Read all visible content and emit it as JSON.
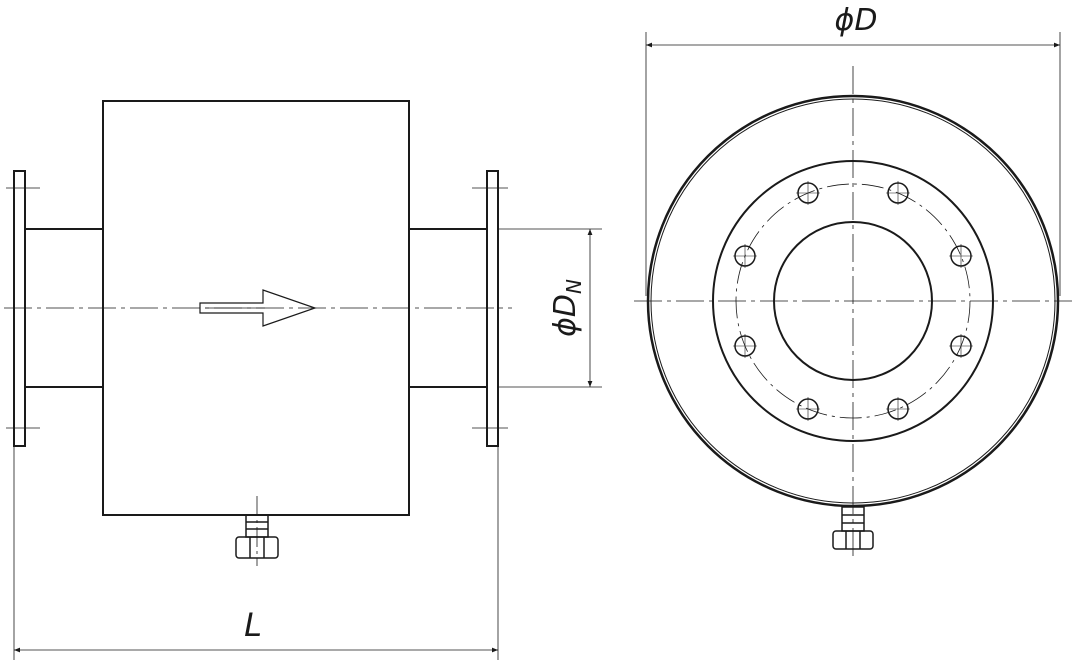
{
  "labels": {
    "outer_diameter": "ϕD",
    "nominal_diameter_prefix": "ϕD",
    "nominal_diameter_subscript": "N",
    "length": "L"
  },
  "colors": {
    "line": "#1a1a1a",
    "background": "#ffffff"
  },
  "views": {
    "side_view": {
      "icons": [
        "flow-arrow-icon",
        "drain-plug-icon"
      ]
    },
    "front_view": {
      "bolt_hole_count": 8,
      "icons": [
        "bolt-hole-icon",
        "drain-plug-icon"
      ]
    }
  }
}
